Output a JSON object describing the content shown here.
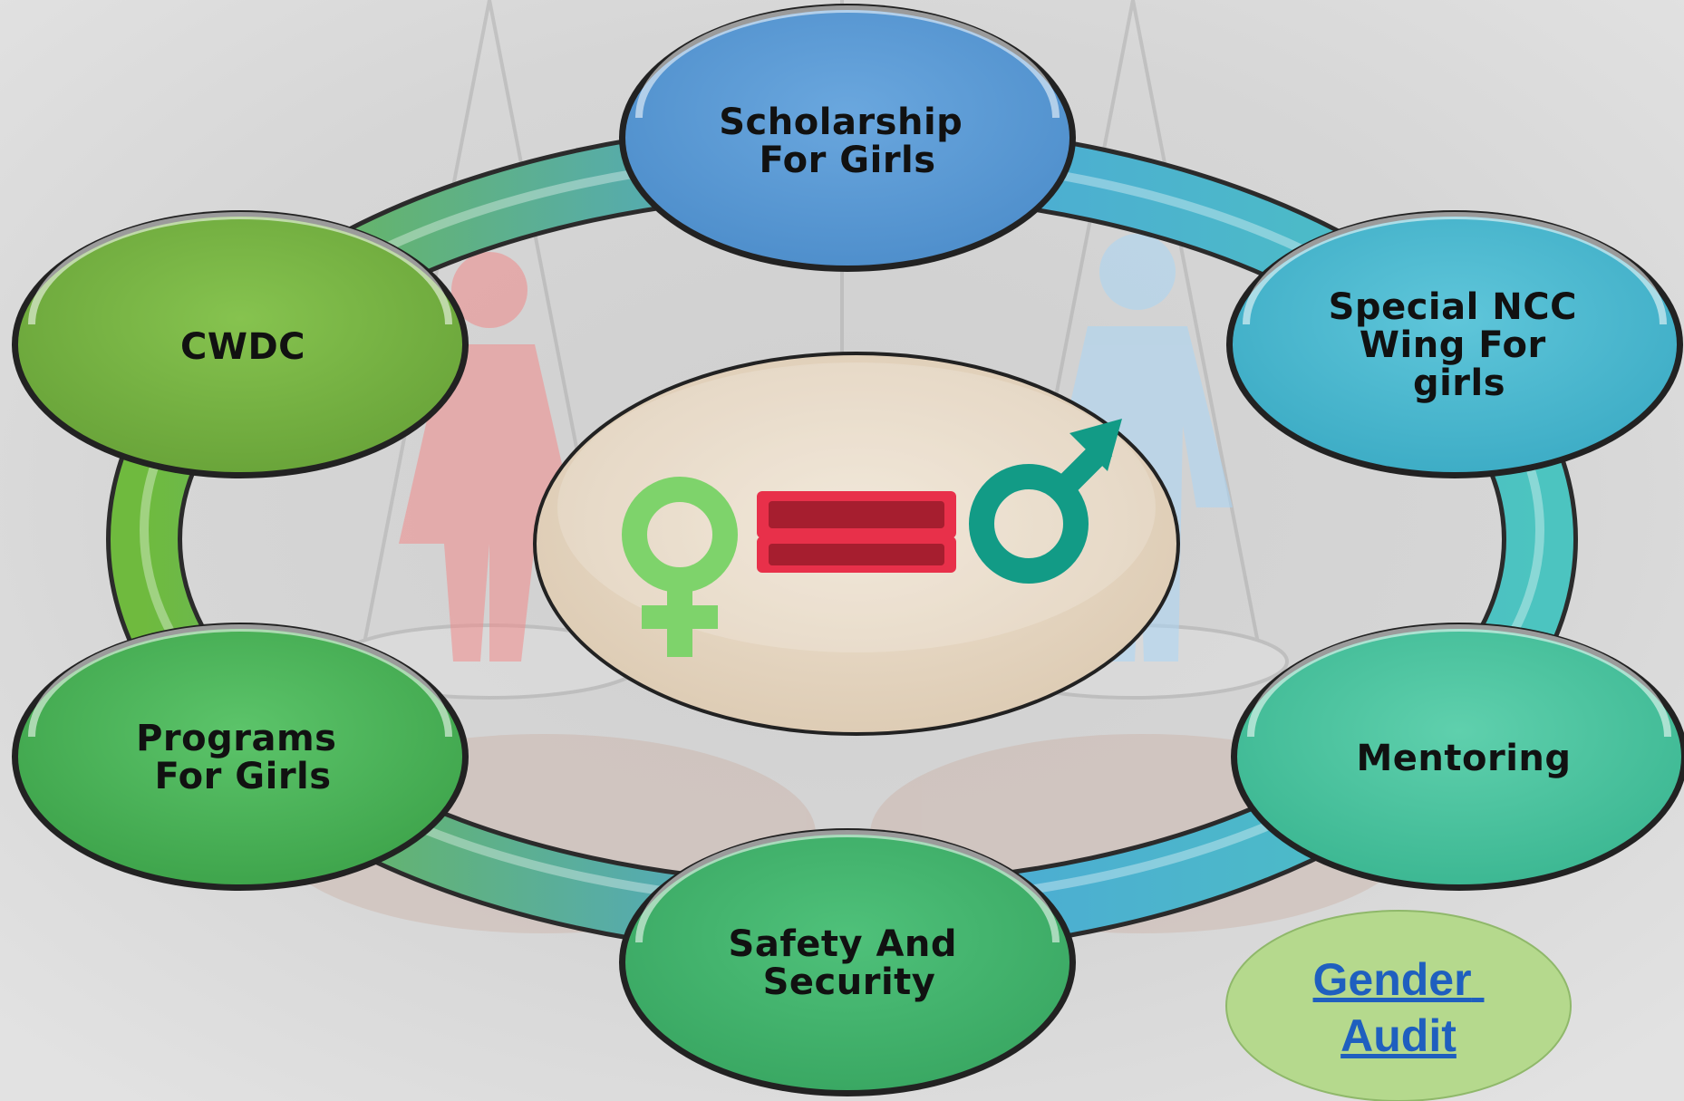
{
  "colors": {
    "blue": "#5b9bd5",
    "teal": "#4fb8cf",
    "sea_green": "#4cc4a0",
    "green": "#4caf50",
    "olive_green": "#7ab648",
    "female_symbol": "#7ed36b",
    "male_symbol": "#129b86",
    "equals_sign": "#e8304a",
    "center_disc": "#e8d8c4",
    "audit_bubble": "#b5d98d",
    "audit_link": "#1f5fbf"
  },
  "nodes": {
    "scholarship": [
      "Scholarship",
      "For Girls"
    ],
    "ncc": [
      "Special NCC",
      "Wing For",
      "girls"
    ],
    "mentoring": [
      "Mentoring"
    ],
    "safety": [
      "Safety And",
      "Security"
    ],
    "programs": [
      "Programs",
      "For Girls"
    ],
    "cwdc": [
      "CWDC"
    ]
  },
  "center": {
    "female_icon": "female-symbol-icon",
    "equals_icon": "equals-icon",
    "male_icon": "male-symbol-icon"
  },
  "background_icons": [
    "scales-of-justice-icon",
    "woman-figure-icon",
    "man-figure-icon",
    "hands-icon"
  ],
  "gender_audit": {
    "line1": "Gender",
    "line2": "Audit"
  }
}
